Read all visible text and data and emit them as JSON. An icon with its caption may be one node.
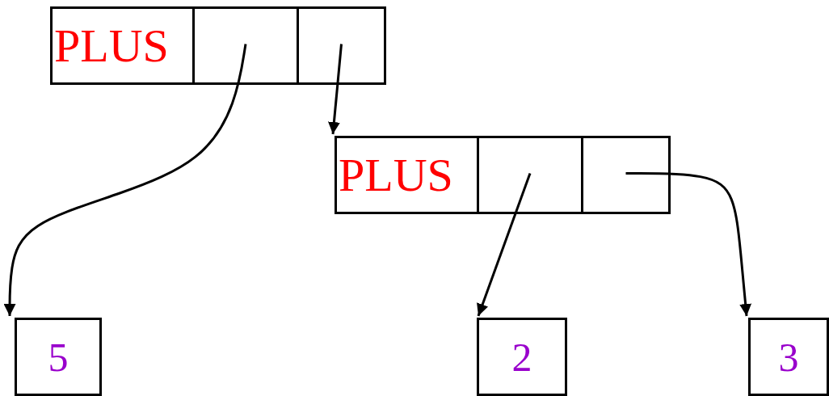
{
  "diagram": {
    "nodes": [
      {
        "text": [
          "PLUS"
        ]
      },
      {
        "text": [],
        "shape": "box"
      },
      {
        "text": [],
        "shape": "box"
      },
      {
        "text": [
          "PLUS"
        ]
      },
      {
        "text": [],
        "shape": "box"
      },
      {
        "text": [],
        "shape": "box"
      },
      {
        "text": [
          "5"
        ]
      },
      {
        "text": [
          "2"
        ]
      },
      {
        "text": [
          "3"
        ]
      }
    ],
    "edges": [
      {
        "from": 1,
        "to": 6,
        "arrow": "to"
      },
      {
        "from": 2,
        "to": 3,
        "arrow": "to"
      },
      {
        "from": 4,
        "to": 7,
        "arrow": "to"
      },
      {
        "from": 5,
        "to": 8,
        "arrow": "to"
      }
    ]
  }
}
